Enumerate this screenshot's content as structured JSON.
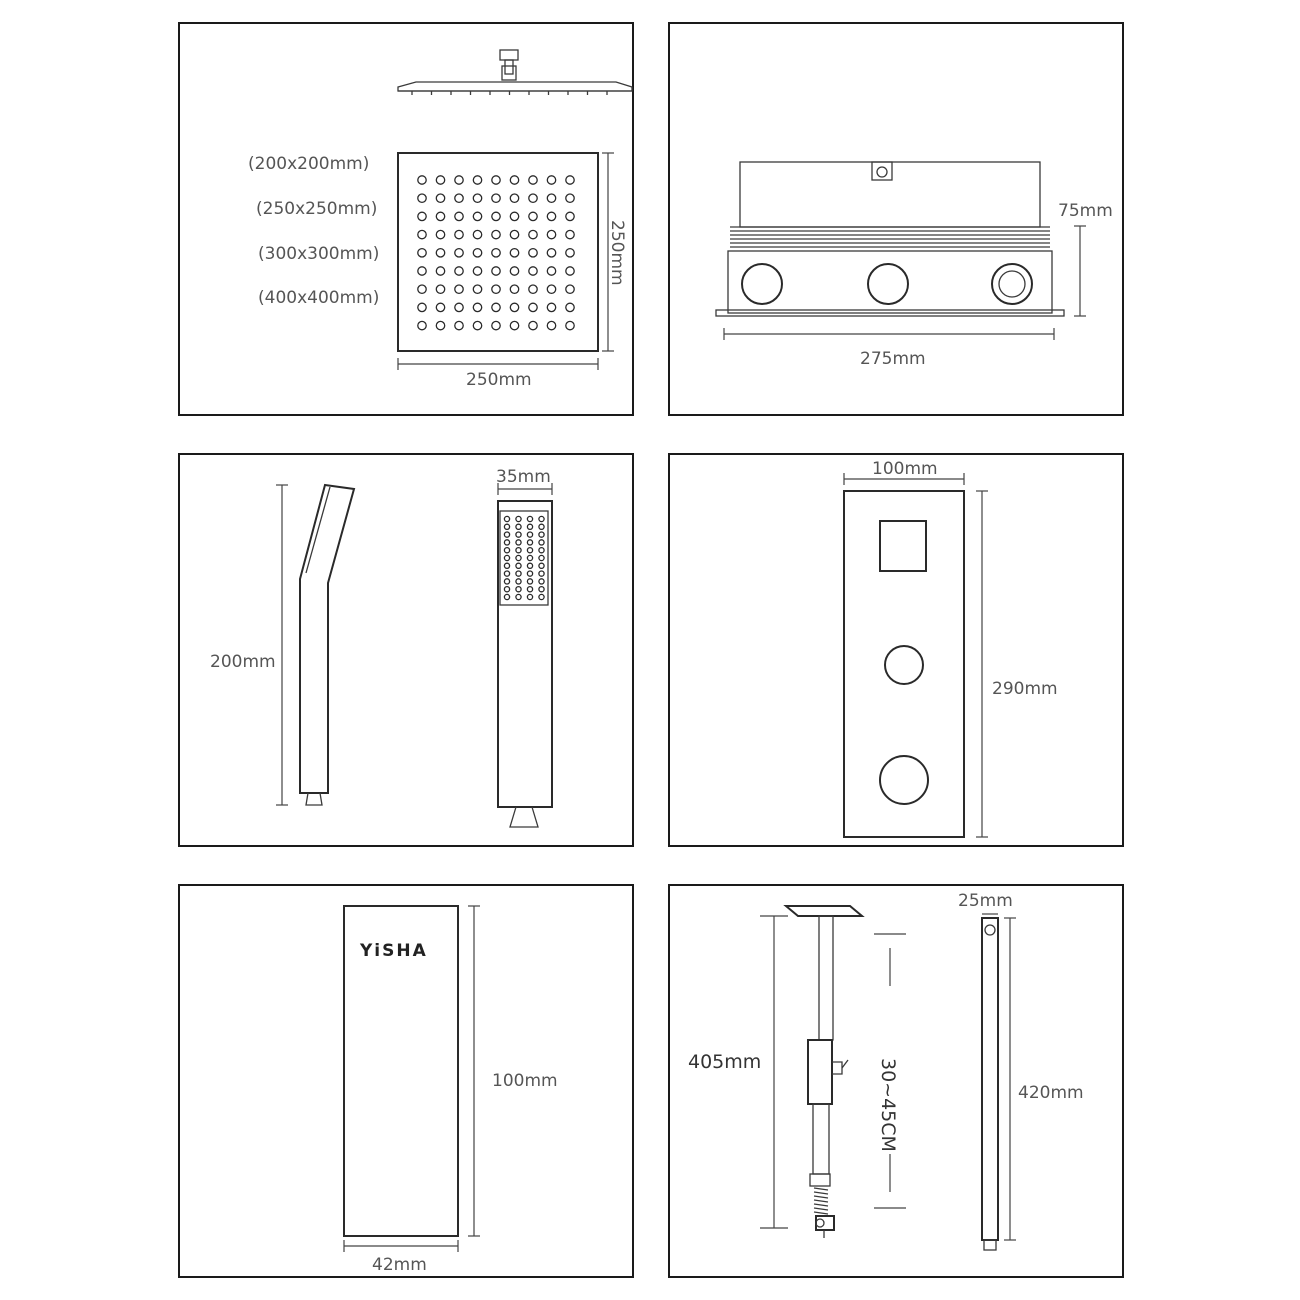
{
  "panels": {
    "rain_shower": {
      "size_options": [
        "(200x200mm)",
        "(250x250mm)",
        "(300x300mm)",
        "(400x400mm)"
      ],
      "width": "250mm",
      "height": "250mm"
    },
    "valve_box": {
      "height": "75mm",
      "width": "275mm"
    },
    "hand_shower": {
      "length": "200mm",
      "head_width": "35mm"
    },
    "control_panel": {
      "width": "100mm",
      "height": "290mm"
    },
    "brand_panel": {
      "logo": "YiSHA",
      "height": "100mm",
      "width": "42mm"
    },
    "shower_arm": {
      "arm_length": "405mm",
      "adjustable": "30~45CM",
      "rail_width": "25mm",
      "rail_length": "420mm"
    }
  },
  "colors": {
    "border": "#1a1a1a",
    "line": "#3a3a3a",
    "text": "#555555"
  }
}
